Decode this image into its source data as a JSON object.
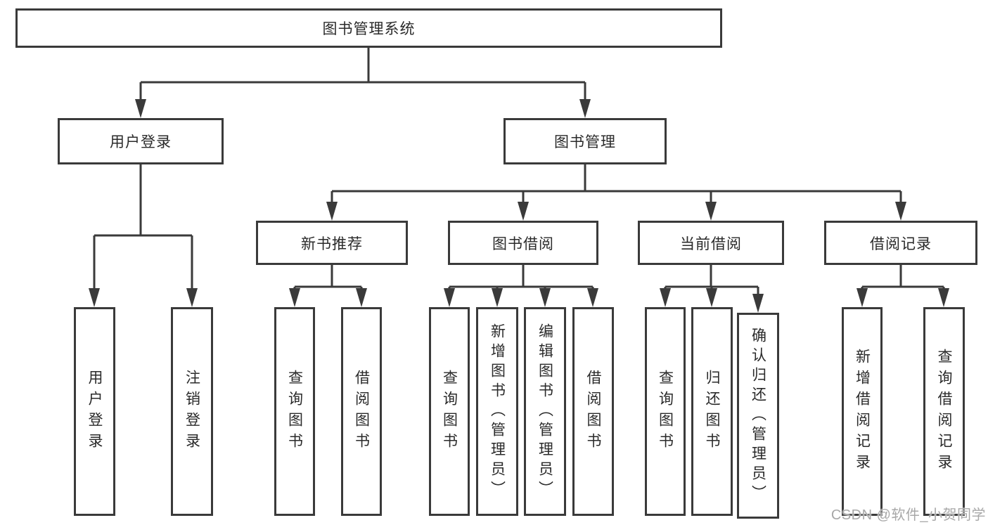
{
  "tree": {
    "label": "图书管理系统",
    "children": [
      {
        "label": "用户登录",
        "children": [
          {
            "label": "用户登录"
          },
          {
            "label": "注销登录"
          }
        ]
      },
      {
        "label": "图书管理",
        "children": [
          {
            "label": "新书推荐",
            "children": [
              {
                "label": "查询图书"
              },
              {
                "label": "借阅图书"
              }
            ]
          },
          {
            "label": "图书借阅",
            "children": [
              {
                "label": "查询图书"
              },
              {
                "label": "新增图书（管理员）"
              },
              {
                "label": "编辑图书（管理员）"
              },
              {
                "label": "借阅图书"
              }
            ]
          },
          {
            "label": "当前借阅",
            "children": [
              {
                "label": "查询图书"
              },
              {
                "label": "归还图书"
              },
              {
                "label": "确认归还（管理员）"
              }
            ]
          },
          {
            "label": "借阅记录",
            "children": [
              {
                "label": "新增借阅记录"
              },
              {
                "label": "查询借阅记录"
              }
            ]
          }
        ]
      }
    ]
  },
  "watermark": {
    "text": "CSDN @软件_小贺同学"
  },
  "colors": {
    "line": "#3a3a3a",
    "box_border": "#3a3a3a",
    "text": "#2a2a2a",
    "watermark": "#a8a8a8",
    "background": "#ffffff"
  }
}
